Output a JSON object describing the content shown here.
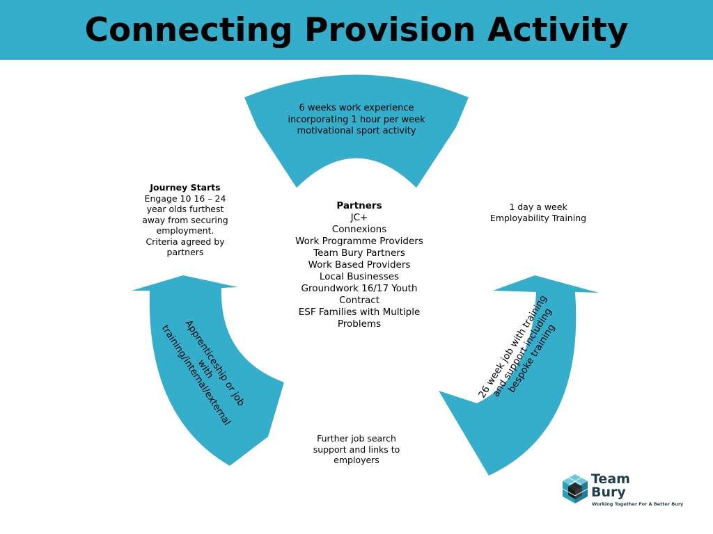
{
  "title": "Connecting Provision Activity",
  "colors": {
    "header": "#35aecb",
    "arrow": "#35aecb"
  },
  "arrows": {
    "top": [
      "6 weeks work experience",
      "incorporating 1 hour per week",
      "motivational sport activity"
    ],
    "right": [
      "26 week job with training",
      "and support including",
      "bespoke training"
    ],
    "left": [
      "Apprenticeship or job",
      "with",
      "training/internal/external"
    ]
  },
  "journey": {
    "heading": "Journey Starts",
    "lines": [
      "Engage 10 16 – 24",
      "year olds furthest",
      "away from securing",
      "employment.",
      "Criteria agreed by",
      "partners"
    ]
  },
  "employability": [
    "1 day a week",
    "Employability Training"
  ],
  "partners": {
    "heading": "Partners",
    "items": [
      "JC+",
      "Connexions",
      "Work Programme Providers",
      "Team Bury Partners",
      "Work Based Providers",
      "Local Businesses",
      "Groundwork 16/17 Youth",
      "Contract",
      "ESF Families with Multiple",
      "Problems"
    ]
  },
  "further": [
    "Further job search",
    "support and links to",
    "employers"
  ],
  "logo": {
    "line1": "Team",
    "line2": "Bury",
    "tagline": "Working Together For A Better Bury",
    "icon": "cube-icon"
  }
}
